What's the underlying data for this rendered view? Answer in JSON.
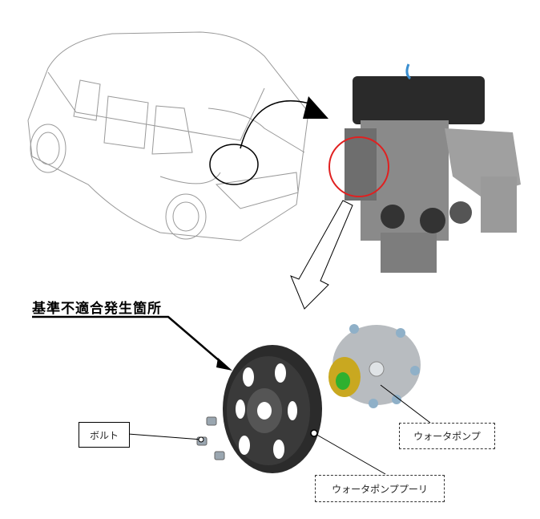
{
  "title": "基準不適合発生箇所",
  "labels": {
    "bolt": "ボルト",
    "water_pump": "ウォータポンプ",
    "water_pump_pulley": "ウォータポンププーリ"
  },
  "colors": {
    "highlight_circle": "#e02020",
    "callout": "#000000"
  }
}
